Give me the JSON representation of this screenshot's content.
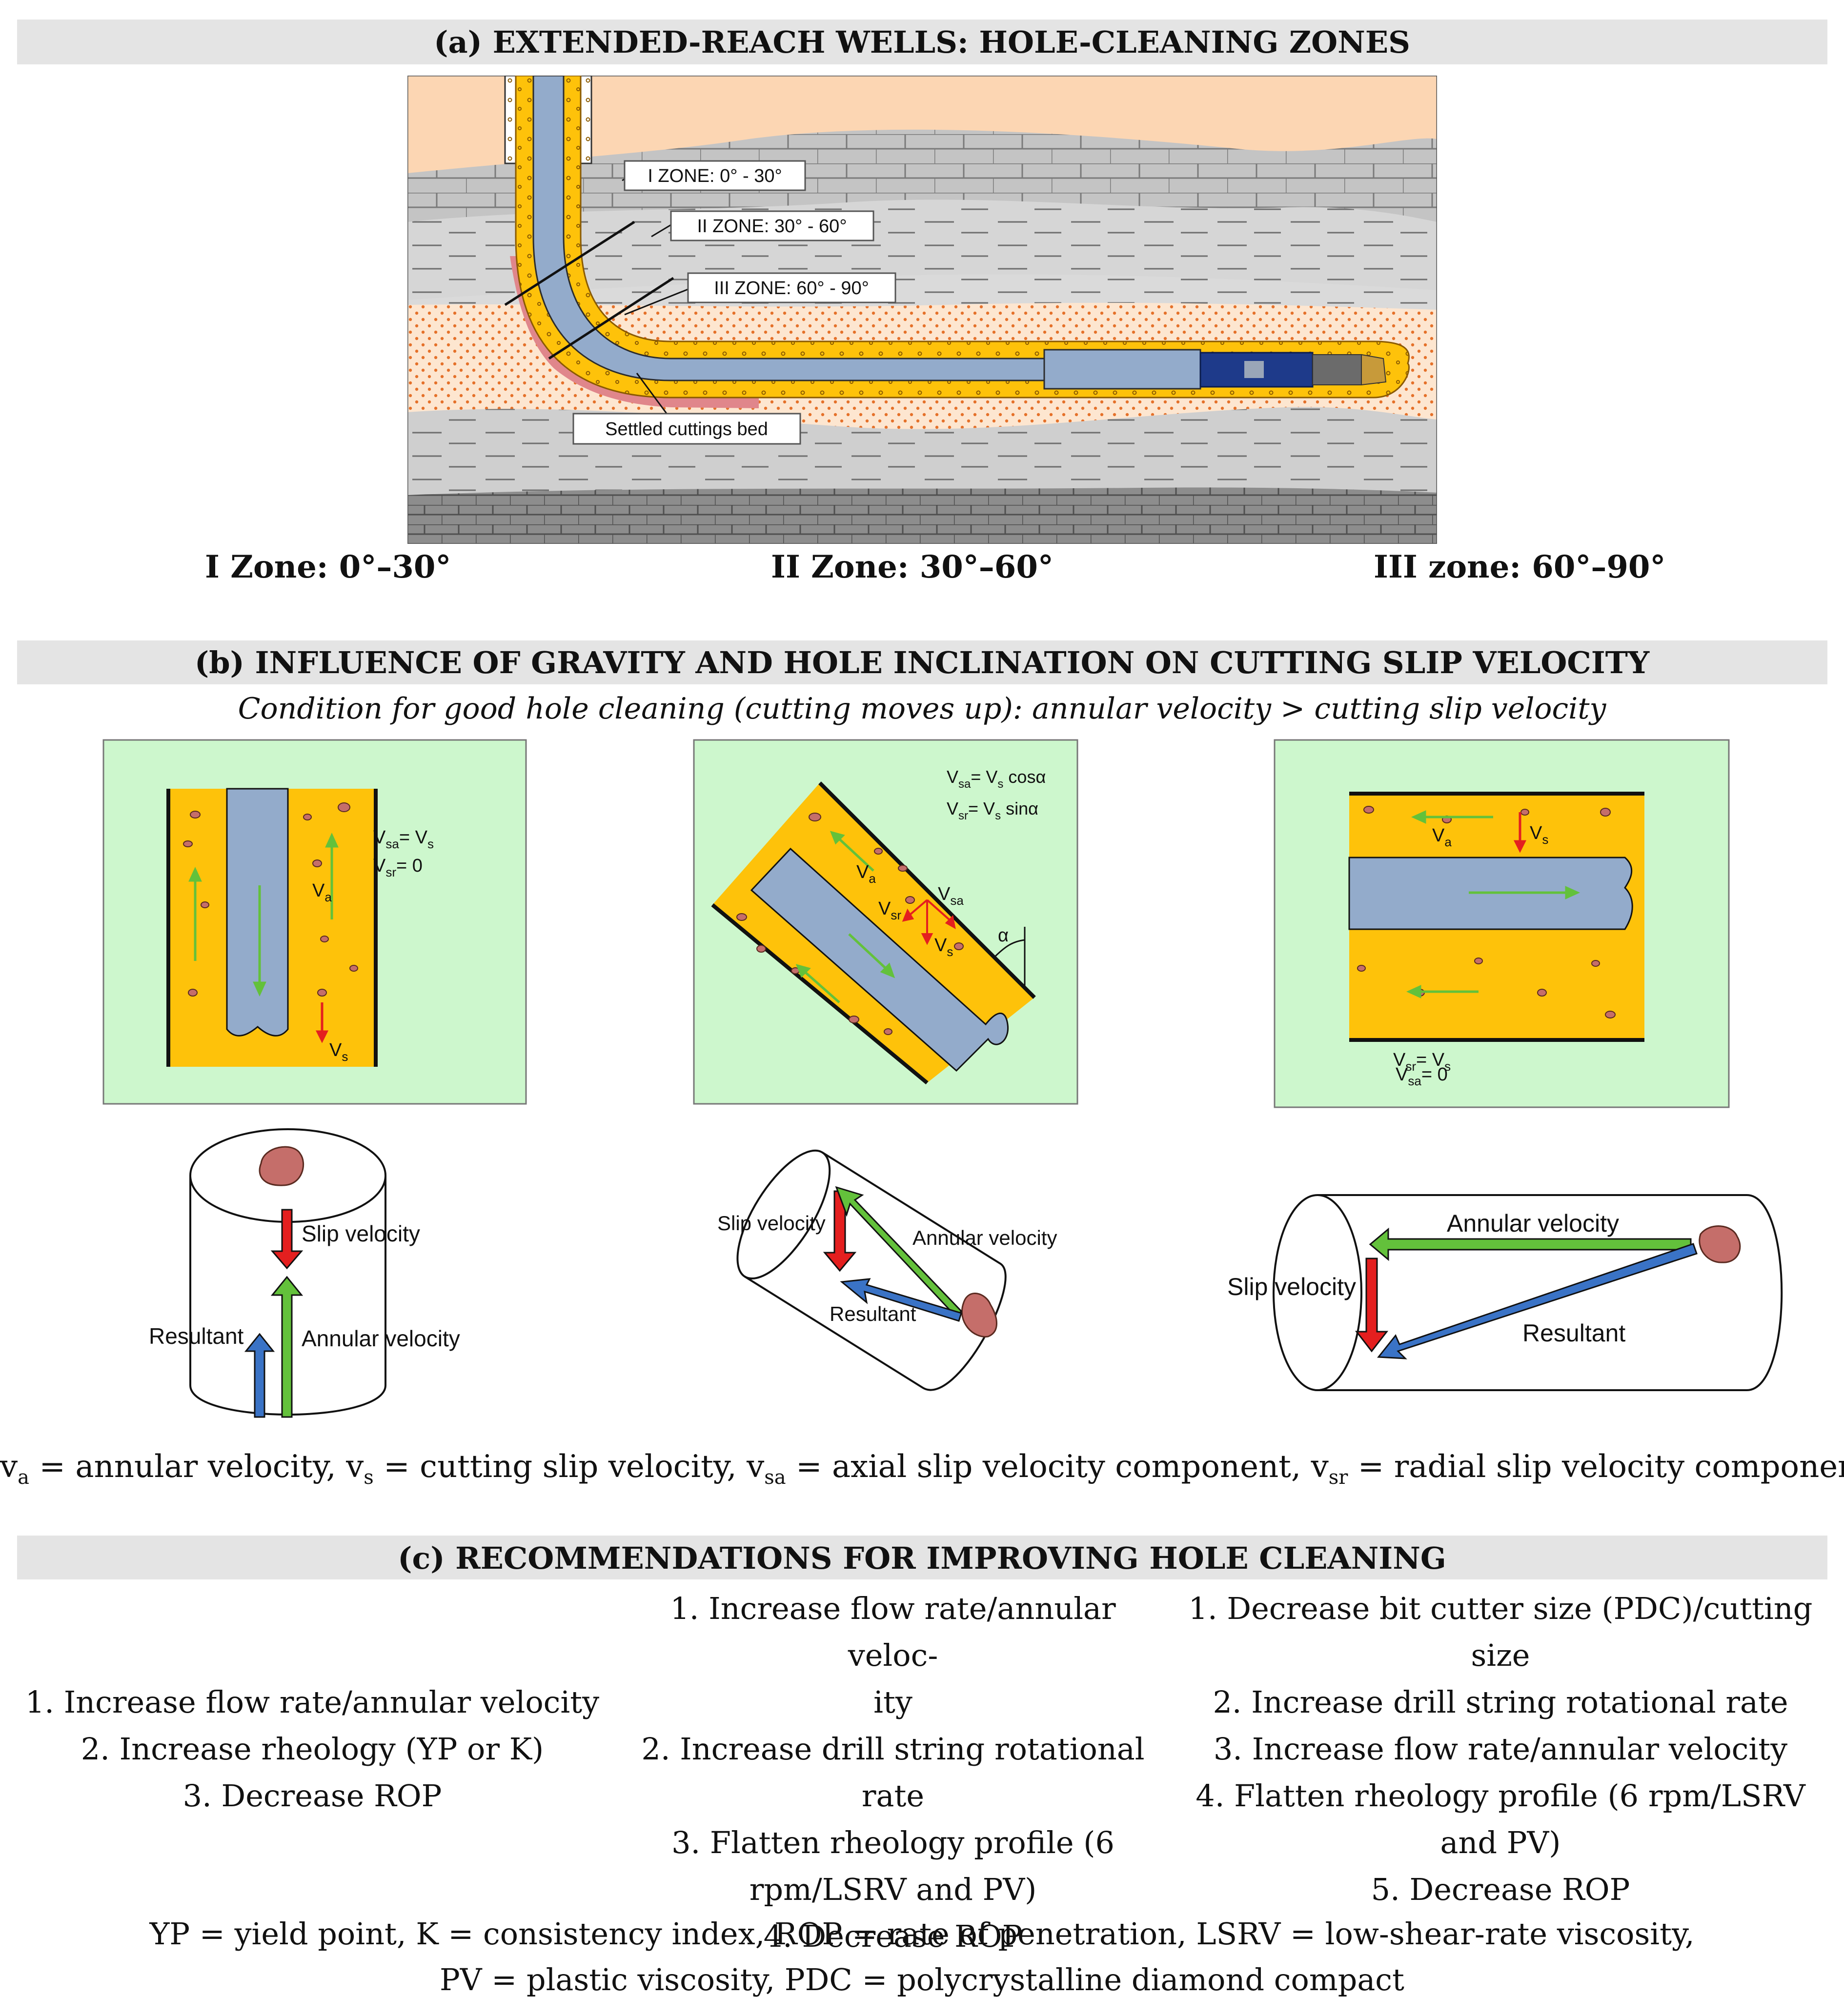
{
  "colors": {
    "mud": "#fec20a",
    "pipe": "#93abcb",
    "cutting": "#c56e6a",
    "panel_bg": "#cdf7cd",
    "arrow_green": "#63c13b",
    "arrow_red": "#e41f1f",
    "arrow_blue": "#3a73c6",
    "sand": "#fcd6b3",
    "rock": "#c9c9c9",
    "header_band": "#e4e4e4"
  },
  "section_a": {
    "title": "(a)  EXTENDED-REACH WELLS: HOLE-CLEANING ZONES",
    "callouts": {
      "zone1": "I ZONE: 0° - 30°",
      "zone2": "II ZONE: 30° - 60°",
      "zone3": "III ZONE: 60° - 90°",
      "bed": "Settled cuttings bed"
    },
    "captions": [
      "I Zone: 0°–30°",
      "II Zone: 30°–60°",
      "III zone: 60°–90°"
    ]
  },
  "section_b": {
    "title": "(b)  INFLUENCE OF GRAVITY AND HOLE INCLINATION ON CUTTING SLIP VELOCITY",
    "subtitle": "Condition for good hole cleaning (cutting moves up): annular velocity > cutting slip velocity",
    "panel1": {
      "eq1": "V",
      "eq1_sub": "sa",
      "eq1_rest": "= V",
      "eq1_sub2": "s",
      "eq2": "V",
      "eq2_sub": "sr",
      "eq2_rest": "= 0",
      "va": "V",
      "va_sub": "a",
      "vs": "V",
      "vs_sub": "s"
    },
    "panel2": {
      "eq1": "V",
      "eq1_sub": "sa",
      "eq1_rest": "= V",
      "eq1_sub2": "s",
      "eq1_tail": " cosα",
      "eq2": "V",
      "eq2_sub": "sr",
      "eq2_rest": "= V",
      "eq2_sub2": "s",
      "eq2_tail": " sinα",
      "va": "V",
      "va_sub": "a",
      "vsr": "V",
      "vsr_sub": "sr",
      "vsa": "V",
      "vsa_sub": "sa",
      "vs": "V",
      "vs_sub": "s",
      "alpha": "α"
    },
    "panel3": {
      "va": "V",
      "va_sub": "a",
      "vs": "V",
      "vs_sub": "s",
      "eq1": "V",
      "eq1_sub": "sa",
      "eq1_rest": "= 0",
      "eq2": "V",
      "eq2_sub": "sr",
      "eq2_rest": "= V",
      "eq2_sub2": "s"
    },
    "vectors": {
      "slip": "Slip velocity",
      "annular": "Annular velocity",
      "resultant": "Resultant"
    },
    "legend": {
      "a_sym": "v",
      "a_sub": "a",
      "a_text": " = annular velocity, ",
      "s_sym": "v",
      "s_sub": "s",
      "s_text": " = cutting slip velocity, ",
      "sa_sym": "v",
      "sa_sub": "sa",
      "sa_text": " = axial slip velocity component, ",
      "sr_sym": "v",
      "sr_sub": "sr",
      "sr_text": " = radial slip velocity component"
    }
  },
  "section_c": {
    "title": "(c)  RECOMMENDATIONS FOR IMPROVING HOLE CLEANING",
    "col1": [
      "1. Increase flow rate/annular velocity",
      "2. Increase rheology (YP or K)",
      "3. Decrease ROP"
    ],
    "col2": [
      "1. Increase flow rate/annular veloc-",
      "ity",
      "2. Increase drill string rotational",
      "rate",
      "3. Flatten rheology profile (6",
      "rpm/LSRV and PV)",
      "4. Decrease ROP"
    ],
    "col3": [
      "1. Decrease bit cutter size (PDC)/cutting",
      "size",
      "2. Increase drill string rotational rate",
      "3. Increase flow rate/annular velocity",
      "4. Flatten rheology profile (6 rpm/LSRV",
      "and PV)",
      "5. Decrease ROP"
    ],
    "footnote1": "YP = yield point, K = consistency index, ROP = rate of penetration, LSRV = low-shear-rate viscosity,",
    "footnote2": "PV = plastic viscosity, PDC = polycrystalline diamond compact"
  }
}
